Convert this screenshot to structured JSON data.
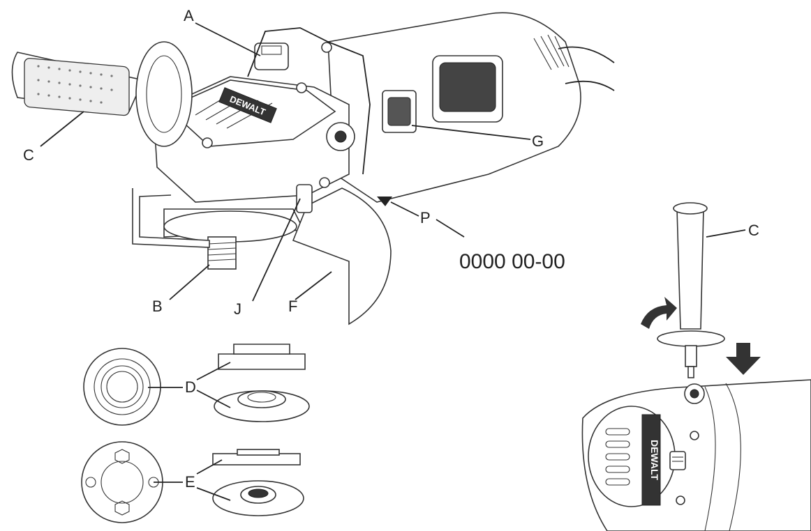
{
  "callouts": {
    "a": "A",
    "b": "B",
    "c": "C",
    "c2": "C",
    "d": "D",
    "e": "E",
    "f": "F",
    "g": "G",
    "j": "J",
    "p": "P"
  },
  "date_code": "0000 00-00",
  "brand_marks": [
    "DEWALT",
    "DEWALT"
  ]
}
